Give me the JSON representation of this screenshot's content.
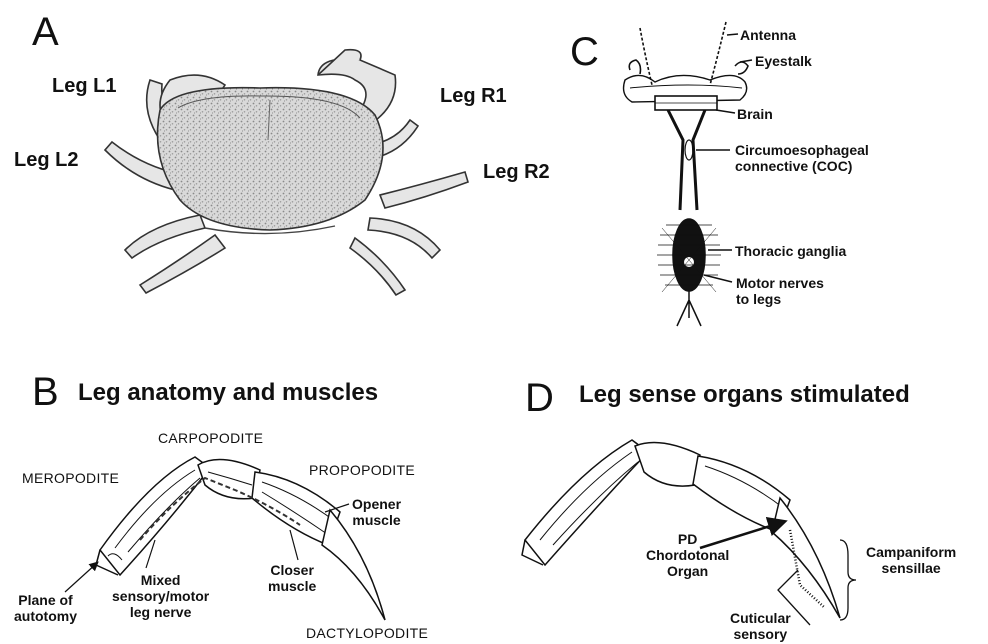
{
  "panel_a": {
    "letter": "A",
    "leg_l1": "Leg L1",
    "leg_l2": "Leg L2",
    "leg_r1": "Leg R1",
    "leg_r2": "Leg R2"
  },
  "panel_b": {
    "letter": "B",
    "title": "Leg anatomy and muscles",
    "meropodite": "MEROPODITE",
    "carpopodite": "CARPOPODITE",
    "propopodite": "PROPOPODITE",
    "dactylopodite": "DACTYLOPODITE",
    "opener_muscle": [
      "Opener",
      "muscle"
    ],
    "closer_muscle": [
      "Closer",
      "muscle"
    ],
    "mixed_nerve": [
      "Mixed",
      "sensory/motor",
      "leg nerve"
    ],
    "plane_autotomy": [
      "Plane of",
      "autotomy"
    ]
  },
  "panel_c": {
    "letter": "C",
    "antenna": "Antenna",
    "eyestalk": "Eyestalk",
    "brain": "Brain",
    "coc": [
      "Circumoesophageal",
      "connective (COC)"
    ],
    "thoracic_ganglia": "Thoracic ganglia",
    "motor_nerves": [
      "Motor nerves",
      "to legs"
    ]
  },
  "panel_d": {
    "letter": "D",
    "title": "Leg sense organs stimulated",
    "pd_organ": [
      "PD",
      "Chordotonal",
      "Organ"
    ],
    "campaniform": [
      "Campaniform",
      "sensillae"
    ],
    "cuticular": [
      "Cuticular",
      "sensory"
    ]
  }
}
